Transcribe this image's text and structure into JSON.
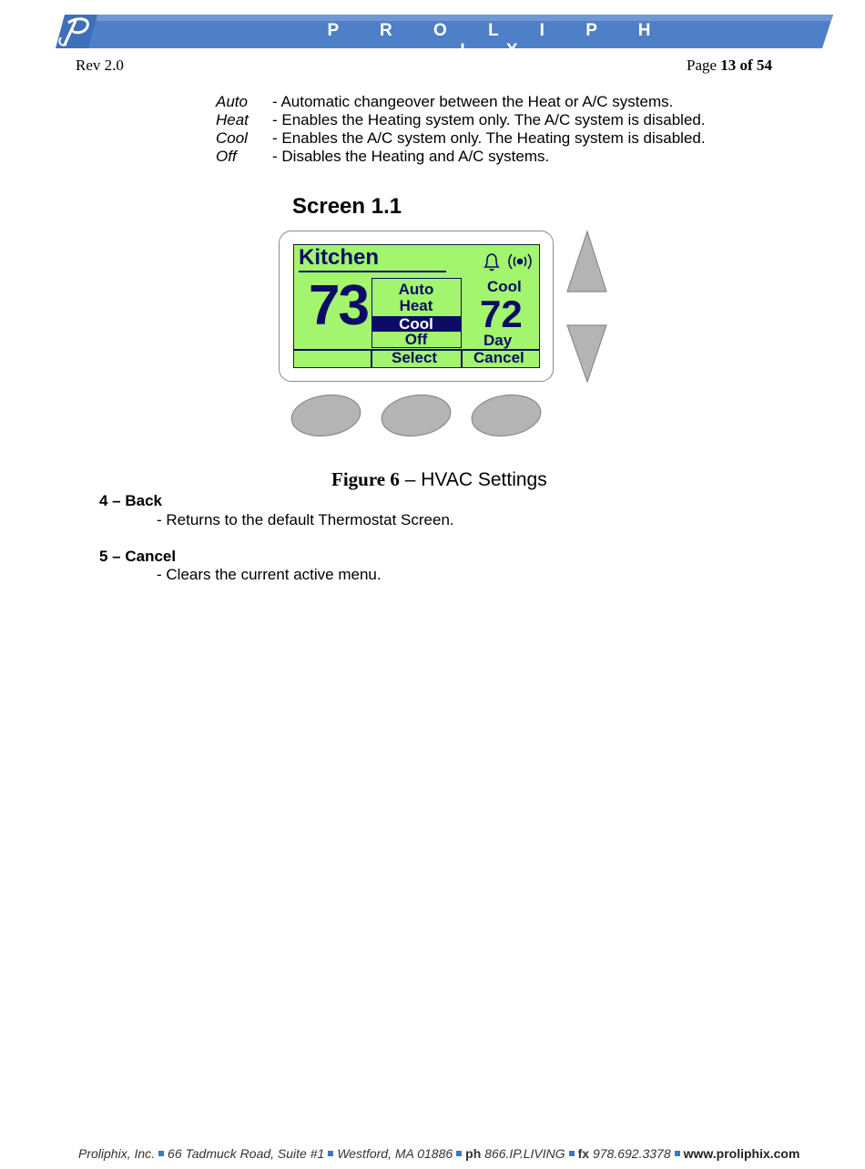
{
  "header": {
    "brand": "P R O L I P H I X",
    "revision": "Rev 2.0",
    "page_prefix": "Page ",
    "page_bold": "13 of 54",
    "banner_color": "#4f7fc6"
  },
  "modes": [
    {
      "term": "Auto",
      "desc": "- Automatic changeover between the Heat or A/C systems."
    },
    {
      "term": "Heat",
      "desc": "- Enables the Heating system only.  The A/C system is disabled."
    },
    {
      "term": "Cool",
      "desc": "- Enables the A/C system only.  The Heating system is disabled."
    },
    {
      "term": "Off",
      "desc": "- Disables the Heating and A/C systems."
    }
  ],
  "figure": {
    "screen_title": "Screen 1.1",
    "lcd": {
      "room": "Kitchen",
      "current_temp": "73",
      "menu_items": [
        "Auto",
        "Heat",
        "Cool",
        "Off"
      ],
      "selected_item": "Cool",
      "mode": "Cool",
      "setpoint": "72",
      "period": "Day",
      "softkeys": [
        "Select",
        "Cancel"
      ],
      "icons": [
        "bell-icon",
        "wireless-signal-icon"
      ],
      "lcd_color": "#a2f56c",
      "text_color": "#0c0c66"
    },
    "caption_number": "Figure 6",
    "caption_dash": " – ",
    "caption_text": "HVAC Settings"
  },
  "sections": [
    {
      "heading": "4 – Back",
      "body": "- Returns to the default Thermostat Screen."
    },
    {
      "heading": "5 – Cancel",
      "body": "- Clears the current active menu."
    }
  ],
  "footer": {
    "company": "Proliphix, Inc.",
    "address": "66 Tadmuck Road, Suite #1",
    "city": "Westford, MA 01886",
    "phone_label": "ph",
    "phone": "866.IP.LIVING",
    "fax_label": "fx",
    "fax": "978.692.3378",
    "website": "www.proliphix.com"
  }
}
